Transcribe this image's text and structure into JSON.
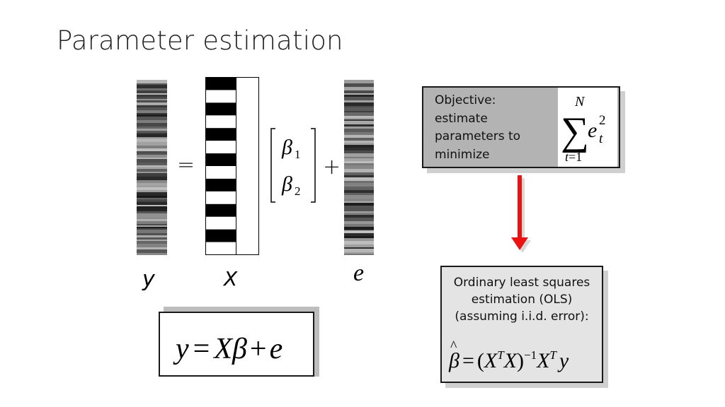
{
  "slide": {
    "title": "Parameter estimation",
    "labels": {
      "y": "y",
      "X": "X",
      "e": "e"
    },
    "symbols": {
      "equals": "=",
      "plus": "+"
    },
    "params": [
      "β1",
      "β2"
    ],
    "objective": {
      "lines": [
        "Objective:",
        "estimate",
        "parameters to",
        "minimize"
      ],
      "formula_tex": "sum_{t=1}^{N} e_t^2"
    },
    "ols": {
      "lines": [
        "Ordinary least squares",
        "estimation (OLS)",
        "(assuming i.i.d. error):"
      ],
      "formula_tex": "hat(beta) = (X^T X)^-1 X^T y"
    },
    "model": {
      "formula_tex": "y = X beta + e"
    },
    "colors": {
      "arrow": "#ee1111",
      "objective_box": "#b3b3b3",
      "ols_box": "#e4e4e4"
    }
  }
}
